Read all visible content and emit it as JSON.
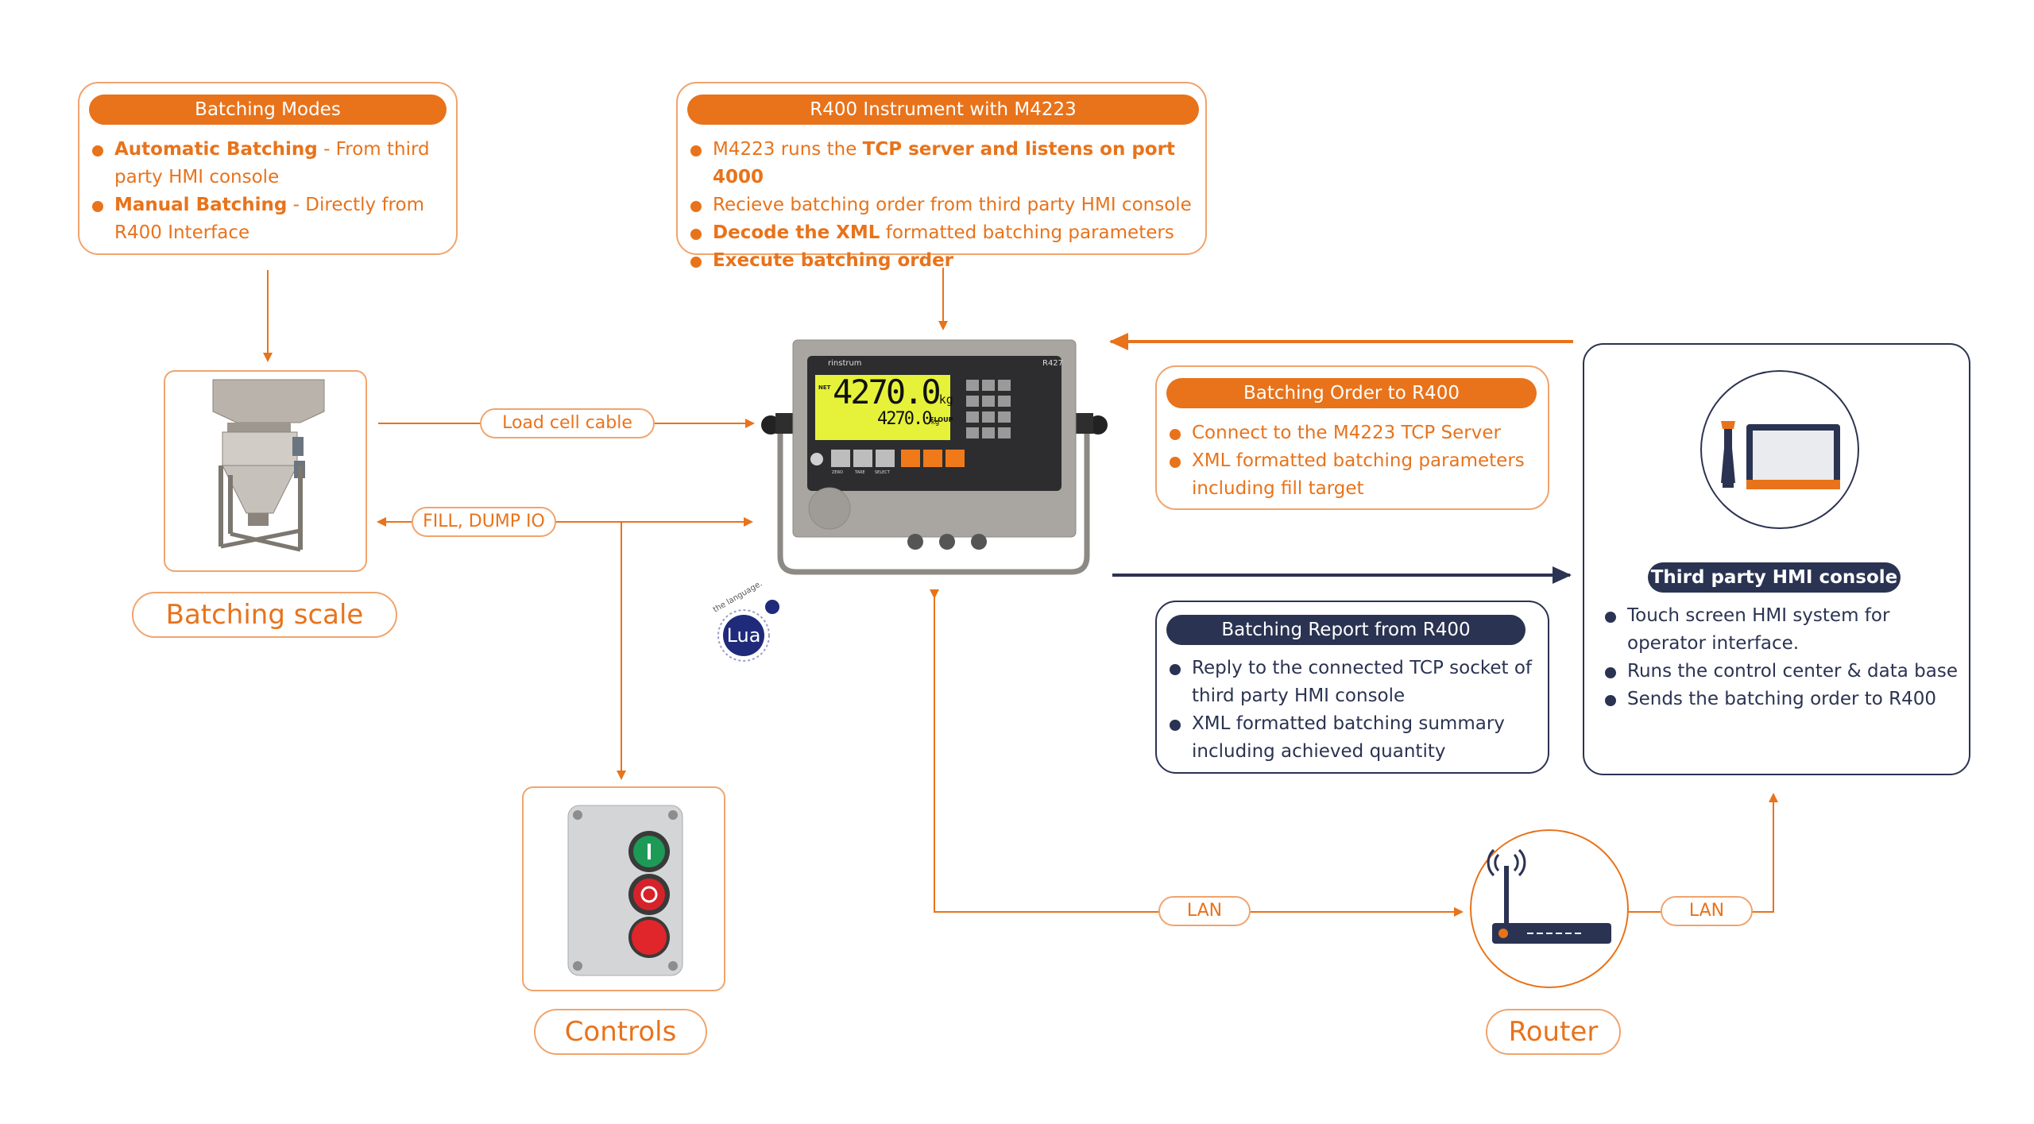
{
  "batching_modes": {
    "title": "Batching Modes",
    "items": [
      {
        "bold": "Automatic Batching",
        "text": " - From third party HMI console"
      },
      {
        "bold": "Manual Batching",
        "text": " - Directly from R400 Interface"
      }
    ]
  },
  "r400": {
    "title": "R400 Instrument with M4223",
    "items": [
      {
        "pre": "M4223 runs the ",
        "bold": "TCP server and listens on port 4000",
        "post": ""
      },
      {
        "pre": "Recieve batching order from third party HMI console",
        "bold": "",
        "post": ""
      },
      {
        "pre": "",
        "bold": "Decode the XML",
        "post": " formatted batching parameters"
      },
      {
        "pre": "",
        "bold": "Execute batching order",
        "post": ""
      }
    ]
  },
  "batching_order": {
    "title": "Batching Order to R400",
    "items": [
      "Connect to the M4223 TCP Server",
      "XML formatted batching parameters including fill target"
    ]
  },
  "batching_report": {
    "title": "Batching Report from R400",
    "items": [
      "Reply to the connected TCP socket of third party HMI console",
      "XML formatted batching summary including achieved quantity"
    ]
  },
  "hmi": {
    "title": "Third party HMI console",
    "items": [
      "Touch screen HMI system for operator interface.",
      "Runs the control center & data base",
      "Sends the batching order to R400"
    ]
  },
  "connections": {
    "load_cell": "Load cell cable",
    "fill_dump": "FILL, DUMP IO",
    "lan_left": "LAN",
    "lan_right": "LAN"
  },
  "labels": {
    "batching_scale": "Batching scale",
    "controls": "Controls",
    "router": "Router"
  },
  "device": {
    "brand": "rinstrum",
    "model": "R427",
    "reading_main": "4270.0",
    "unit_main": "kg",
    "reading_sub": "4270.0",
    "unit_sub": "kg",
    "status": "FLOUP",
    "net_label": "NET",
    "keys": [
      "ZERO",
      "TARE",
      "SELECT"
    ]
  },
  "lua": {
    "tagline": "the language.",
    "name": "Lua"
  },
  "colors": {
    "orange": "#e8731b",
    "orange_border": "#f0a46d",
    "navy": "#2b3352",
    "lcd": "#e6f23a"
  },
  "icons": [
    "router-icon",
    "hmi-console-icon",
    "batching-scale-image",
    "controls-image",
    "weighing-indicator-image",
    "lua-logo"
  ]
}
